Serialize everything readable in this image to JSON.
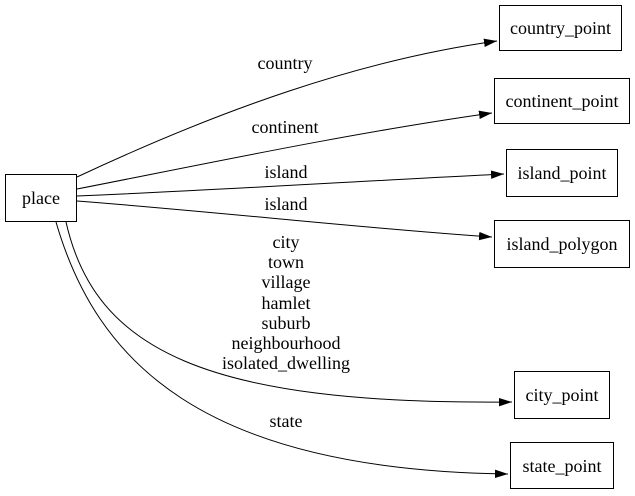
{
  "diagram": {
    "type": "directed-graph",
    "colors": {
      "background": "#ffffff",
      "node_fill": "#ffffff",
      "node_border": "#000000",
      "edge_stroke": "#000000",
      "text": "#000000"
    },
    "nodes": [
      {
        "id": "place",
        "label": "place"
      },
      {
        "id": "country_point",
        "label": "country_point"
      },
      {
        "id": "continent_point",
        "label": "continent_point"
      },
      {
        "id": "island_point",
        "label": "island_point"
      },
      {
        "id": "island_polygon",
        "label": "island_polygon"
      },
      {
        "id": "city_point",
        "label": "city_point"
      },
      {
        "id": "state_point",
        "label": "state_point"
      }
    ],
    "edges": [
      {
        "from": "place",
        "to": "country_point",
        "label": "country"
      },
      {
        "from": "place",
        "to": "continent_point",
        "label": "continent"
      },
      {
        "from": "place",
        "to": "island_point",
        "label": "island"
      },
      {
        "from": "place",
        "to": "island_polygon",
        "label": "island"
      },
      {
        "from": "place",
        "to": "city_point",
        "label_lines": [
          "city",
          "town",
          "village",
          "hamlet",
          "suburb",
          "neighbourhood",
          "isolated_dwelling"
        ]
      },
      {
        "from": "place",
        "to": "state_point",
        "label": "state"
      }
    ]
  }
}
